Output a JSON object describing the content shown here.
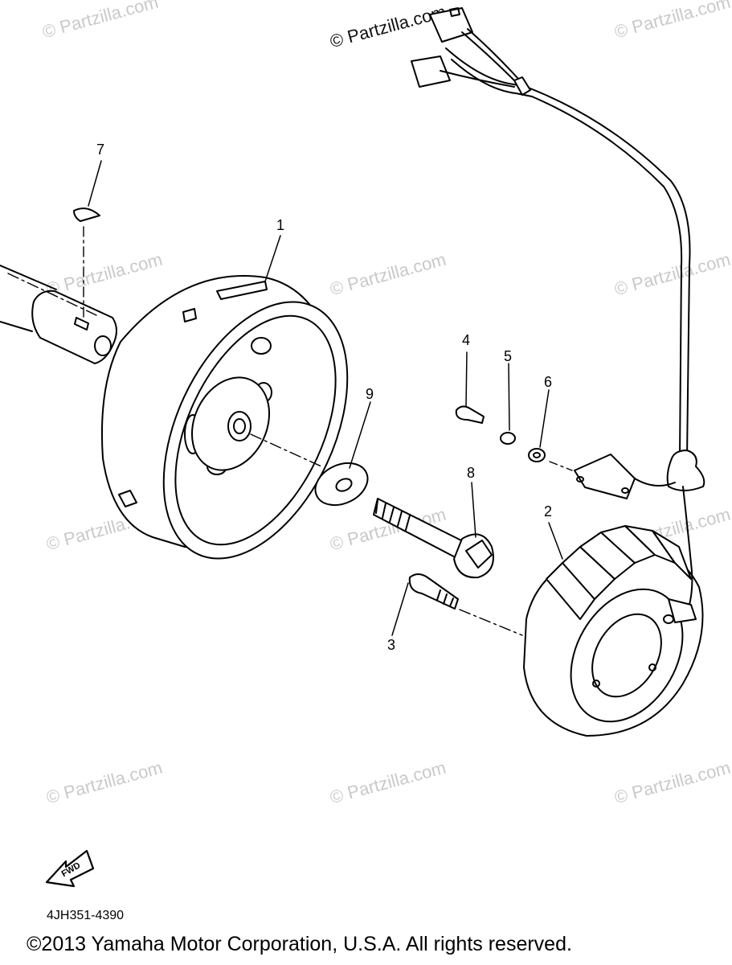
{
  "watermarks": [
    {
      "text": "© Partzilla.com",
      "style": "light"
    },
    {
      "text": "© Partzilla.com",
      "style": "dark"
    },
    {
      "text": "© Partzilla.com",
      "style": "light"
    },
    {
      "text": "© Partzilla.com",
      "style": "light"
    },
    {
      "text": "© Partzilla.com",
      "style": "light"
    },
    {
      "text": "© Partzilla.com",
      "style": "light"
    },
    {
      "text": "© Partzilla.com",
      "style": "light"
    },
    {
      "text": "© Partzilla.com",
      "style": "light"
    },
    {
      "text": "© Partzilla.com",
      "style": "light"
    },
    {
      "text": "© Partzilla.com",
      "style": "light"
    },
    {
      "text": "© Partzilla.com",
      "style": "light"
    },
    {
      "text": "© Partzilla.com",
      "style": "light"
    }
  ],
  "callouts": {
    "c1": "1",
    "c2": "2",
    "c3": "3",
    "c4": "4",
    "c5": "5",
    "c6": "6",
    "c7": "7",
    "c8": "8",
    "c9": "9"
  },
  "fwd_label": "FWD",
  "diagram_code": "4JH351-4390",
  "copyright": "©2013 Yamaha Motor Corporation, U.S.A. All rights reserved.",
  "colors": {
    "line": "#000000",
    "watermark": "#c9c9c9",
    "background": "#ffffff"
  }
}
